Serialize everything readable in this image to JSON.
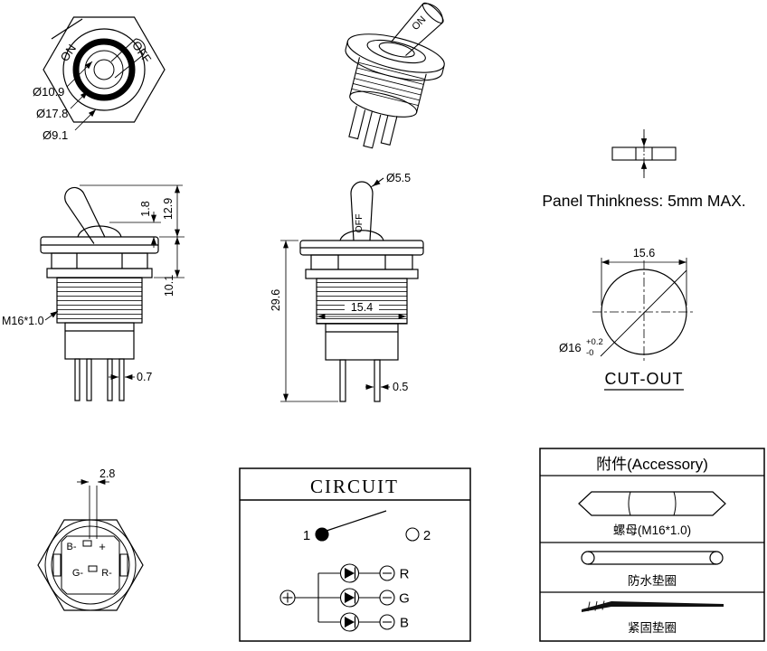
{
  "drawing": {
    "front": {
      "on": "ON",
      "off": "OFF",
      "dia_ring": "Ø10.9",
      "dia_outer": "Ø17.8",
      "dia_inner": "Ø9.1"
    },
    "perspective": {
      "lever": "ON"
    },
    "panel": {
      "note": "Panel Thinkness: 5mm MAX."
    },
    "side_left": {
      "height": "12.9",
      "gap": "1.8",
      "stack": "10.1",
      "thread": "M16*1.0",
      "pin": "0.7"
    },
    "side_center": {
      "lever_dia": "Ø5.5",
      "lever": "OFF",
      "total": "29.6",
      "width": "15.4",
      "pin": "0.5"
    },
    "cutout": {
      "width": "15.6",
      "dia": "Ø16",
      "tol_plus": "+0.2",
      "tol_minus": "-0",
      "label": "CUT-OUT"
    },
    "bottom": {
      "pitch": "2.8",
      "pin_b": "B-",
      "pin_plus": "+",
      "pin_g": "G-",
      "pin_r": "R-"
    },
    "circuit": {
      "title": "CIRCUIT",
      "pos1": "1",
      "pos2": "2",
      "led_r": "R",
      "led_g": "G",
      "led_b": "B"
    },
    "accessory": {
      "title": "附件(Accessory)",
      "nut": "螺母(M16*1.0)",
      "seal": "防水垫圈",
      "lock": "紧固垫圈"
    }
  }
}
